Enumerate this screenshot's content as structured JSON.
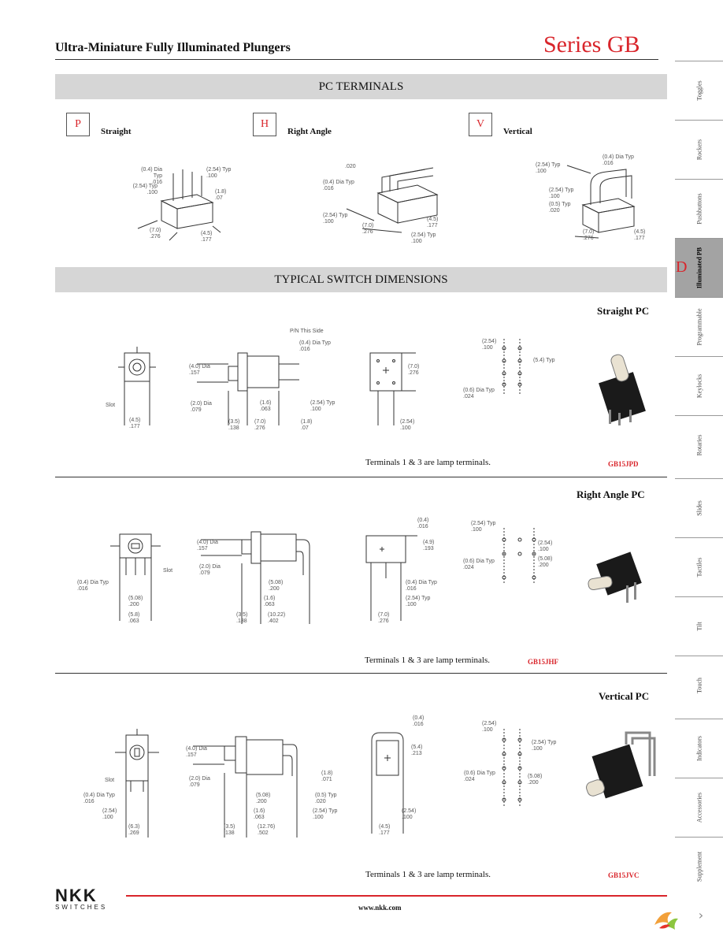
{
  "header": {
    "title": "Ultra-Miniature Fully Illuminated Plungers",
    "series": "Series GB"
  },
  "pc_terminals": {
    "heading": "PC TERMINALS",
    "options": [
      {
        "code": "P",
        "label": "Straight"
      },
      {
        "code": "H",
        "label": "Right Angle"
      },
      {
        "code": "V",
        "label": "Vertical"
      }
    ]
  },
  "typical": {
    "heading": "TYPICAL SWITCH DIMENSIONS",
    "sections": [
      {
        "title": "Straight PC",
        "note": "Terminals 1 & 3 are lamp terminals.",
        "part": "GB15JPD"
      },
      {
        "title": "Right Angle PC",
        "note": "Terminals 1 & 3 are lamp terminals.",
        "part": "GB15JHF"
      },
      {
        "title": "Vertical PC",
        "note": "Terminals 1 & 3 are lamp terminals.",
        "part": "GB15JVC"
      }
    ]
  },
  "dims": {
    "t_straight": [
      "(2.54) Typ",
      ".100",
      "(0.4) Dia Typ",
      ".016",
      "(2.54) Typ",
      ".100",
      "(1.8)",
      ".07",
      "(7.0)",
      ".276",
      "(4.5)",
      ".177"
    ],
    "t_right": [
      ".020",
      "(0.4) Dia Typ",
      ".016",
      "(2.54) Typ",
      ".100",
      "(7.0)",
      ".276",
      "(2.54) Typ",
      ".100",
      "(4.5)",
      ".177"
    ],
    "t_vertical": [
      "(0.4) Dia Typ",
      ".016",
      "(2.54) Typ",
      ".100",
      "(2.54) Typ",
      ".100",
      "(0.5) Typ",
      ".020",
      "(7.0)",
      ".276",
      "(4.5)",
      ".177"
    ],
    "s1": [
      "Slot",
      "(4.5)",
      ".177",
      "P/N This Side",
      "(0.4) Dia Typ",
      ".016",
      "(4.0) Dia",
      ".157",
      "(2.0) Dia",
      ".079",
      "(3.5)",
      ".138",
      "(7.0)",
      ".276",
      "(1.6)",
      ".063",
      "(1.8)",
      ".07",
      "(2.54) Typ",
      ".100",
      "(7.0)",
      ".276",
      "(2.54)",
      ".100",
      "(2.54)",
      ".100",
      "(5.4) Typ",
      "(0.6) Dia Typ",
      ".024"
    ],
    "s2": [
      "Slot",
      "(0.4) Dia Typ",
      ".016",
      "(5.08)",
      ".200",
      "(5.8)",
      ".063",
      "(4.0) Dia",
      ".157",
      "(2.0) Dia",
      ".079",
      "(5.08)",
      ".200",
      "(1.6)",
      ".063",
      "(3.5)",
      ".138",
      "(10.22)",
      ".402",
      "(0.4)",
      ".016",
      "(4.9)",
      ".193",
      "(0.4) Dia Typ",
      ".016",
      "(2.54) Typ",
      ".100",
      "(7.0)",
      ".276",
      "(2.54) Typ",
      ".100",
      "(2.54)",
      ".100",
      "(5.08)",
      ".200",
      "(0.6) Dia Typ",
      ".024"
    ],
    "s3": [
      "Slot",
      "(0.4) Dia Typ",
      ".016",
      "(2.54)",
      ".100",
      "(6.3)",
      ".269",
      "(4.0) Dia",
      ".157",
      "(2.0) Dia",
      ".079",
      "(5.08)",
      ".200",
      "(1.6)",
      ".063",
      "(3.5)",
      ".138",
      "(12.76)",
      ".502",
      "(1.8)",
      ".071",
      "(0.5) Typ",
      ".020",
      "(2.54) Typ",
      ".100",
      "(0.4)",
      ".016",
      "(5.4)",
      ".213",
      "(2.54)",
      ".100",
      "(4.5)",
      ".177",
      "(2.54)",
      ".100",
      "(2.54) Typ",
      ".100",
      "(5.08)",
      ".200",
      "(0.6) Dia Typ",
      ".024"
    ]
  },
  "side_tabs": {
    "active_letter": "D",
    "items": [
      "Toggles",
      "Rockers",
      "Pushbuttons",
      "Illuminated PB",
      "Programmable",
      "Keylocks",
      "Rotaries",
      "Slides",
      "Tactiles",
      "Tilt",
      "Touch",
      "Indicators",
      "Accessories",
      "Supplement"
    ]
  },
  "footer": {
    "logo": "NKK",
    "logo_sub": "SWITCHES",
    "url": "www.nkk.com"
  },
  "colors": {
    "accent": "#d9252b",
    "band": "#d6d6d6",
    "tab_active": "#a3a3a3"
  }
}
